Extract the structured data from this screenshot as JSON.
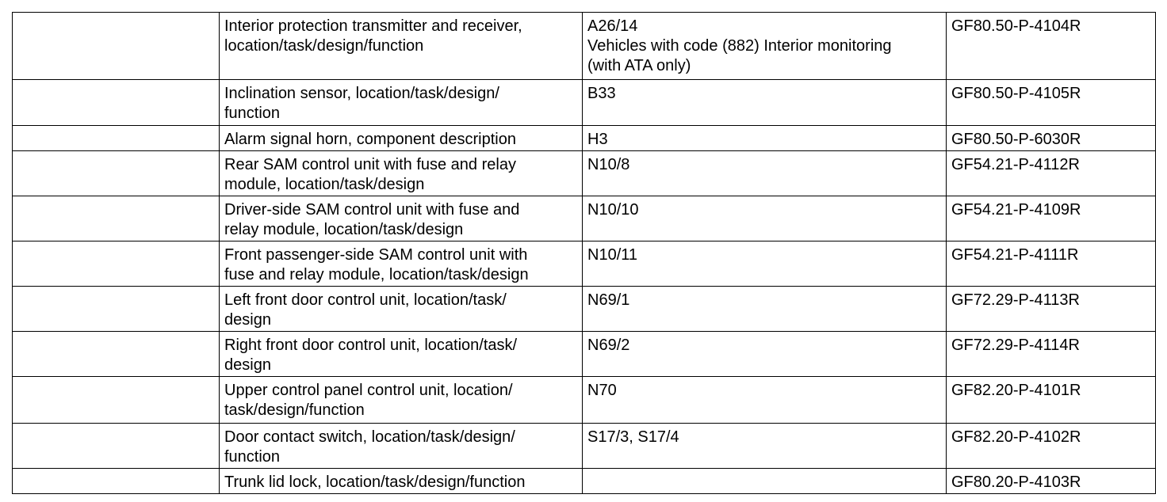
{
  "rows": [
    {
      "description": [
        "Interior protection transmitter and receiver,",
        "location/task/design/function"
      ],
      "component": [
        "A26/14",
        "Vehicles with code (882) Interior monitoring",
        "(with ATA only)"
      ],
      "document": "GF80.50-P-4104R"
    },
    {
      "description": [
        "Inclination sensor, location/task/design/",
        "function"
      ],
      "component": [
        "B33"
      ],
      "document": "GF80.50-P-4105R"
    },
    {
      "description": [
        "Alarm signal horn, component description"
      ],
      "component": [
        "H3"
      ],
      "document": "GF80.50-P-6030R"
    },
    {
      "description": [
        "Rear SAM control unit with fuse and relay",
        "module, location/task/design"
      ],
      "component": [
        "N10/8"
      ],
      "document": "GF54.21-P-4112R"
    },
    {
      "description": [
        "Driver-side SAM control unit with fuse and",
        "relay module, location/task/design"
      ],
      "component": [
        "N10/10"
      ],
      "document": "GF54.21-P-4109R"
    },
    {
      "description": [
        "Front passenger-side SAM control unit with",
        "fuse and relay module, location/task/design"
      ],
      "component": [
        "N10/11"
      ],
      "document": "GF54.21-P-4111R"
    },
    {
      "description": [
        "Left front door control unit, location/task/",
        "design"
      ],
      "component": [
        "N69/1"
      ],
      "document": "GF72.29-P-4113R"
    },
    {
      "description": [
        "Right front door control unit, location/task/",
        "design"
      ],
      "component": [
        "N69/2"
      ],
      "document": "GF72.29-P-4114R"
    },
    {
      "description": [
        "Upper control panel control unit, location/",
        "task/design/function"
      ],
      "component": [
        "N70"
      ],
      "document": "GF82.20-P-4101R"
    },
    {
      "description": [
        "Door contact switch, location/task/design/",
        "function"
      ],
      "component": [
        "S17/3, S17/4"
      ],
      "document": "GF82.20-P-4102R"
    },
    {
      "description": [
        "Trunk lid lock, location/task/design/function"
      ],
      "component": [],
      "document": "GF80.20-P-4103R"
    }
  ]
}
